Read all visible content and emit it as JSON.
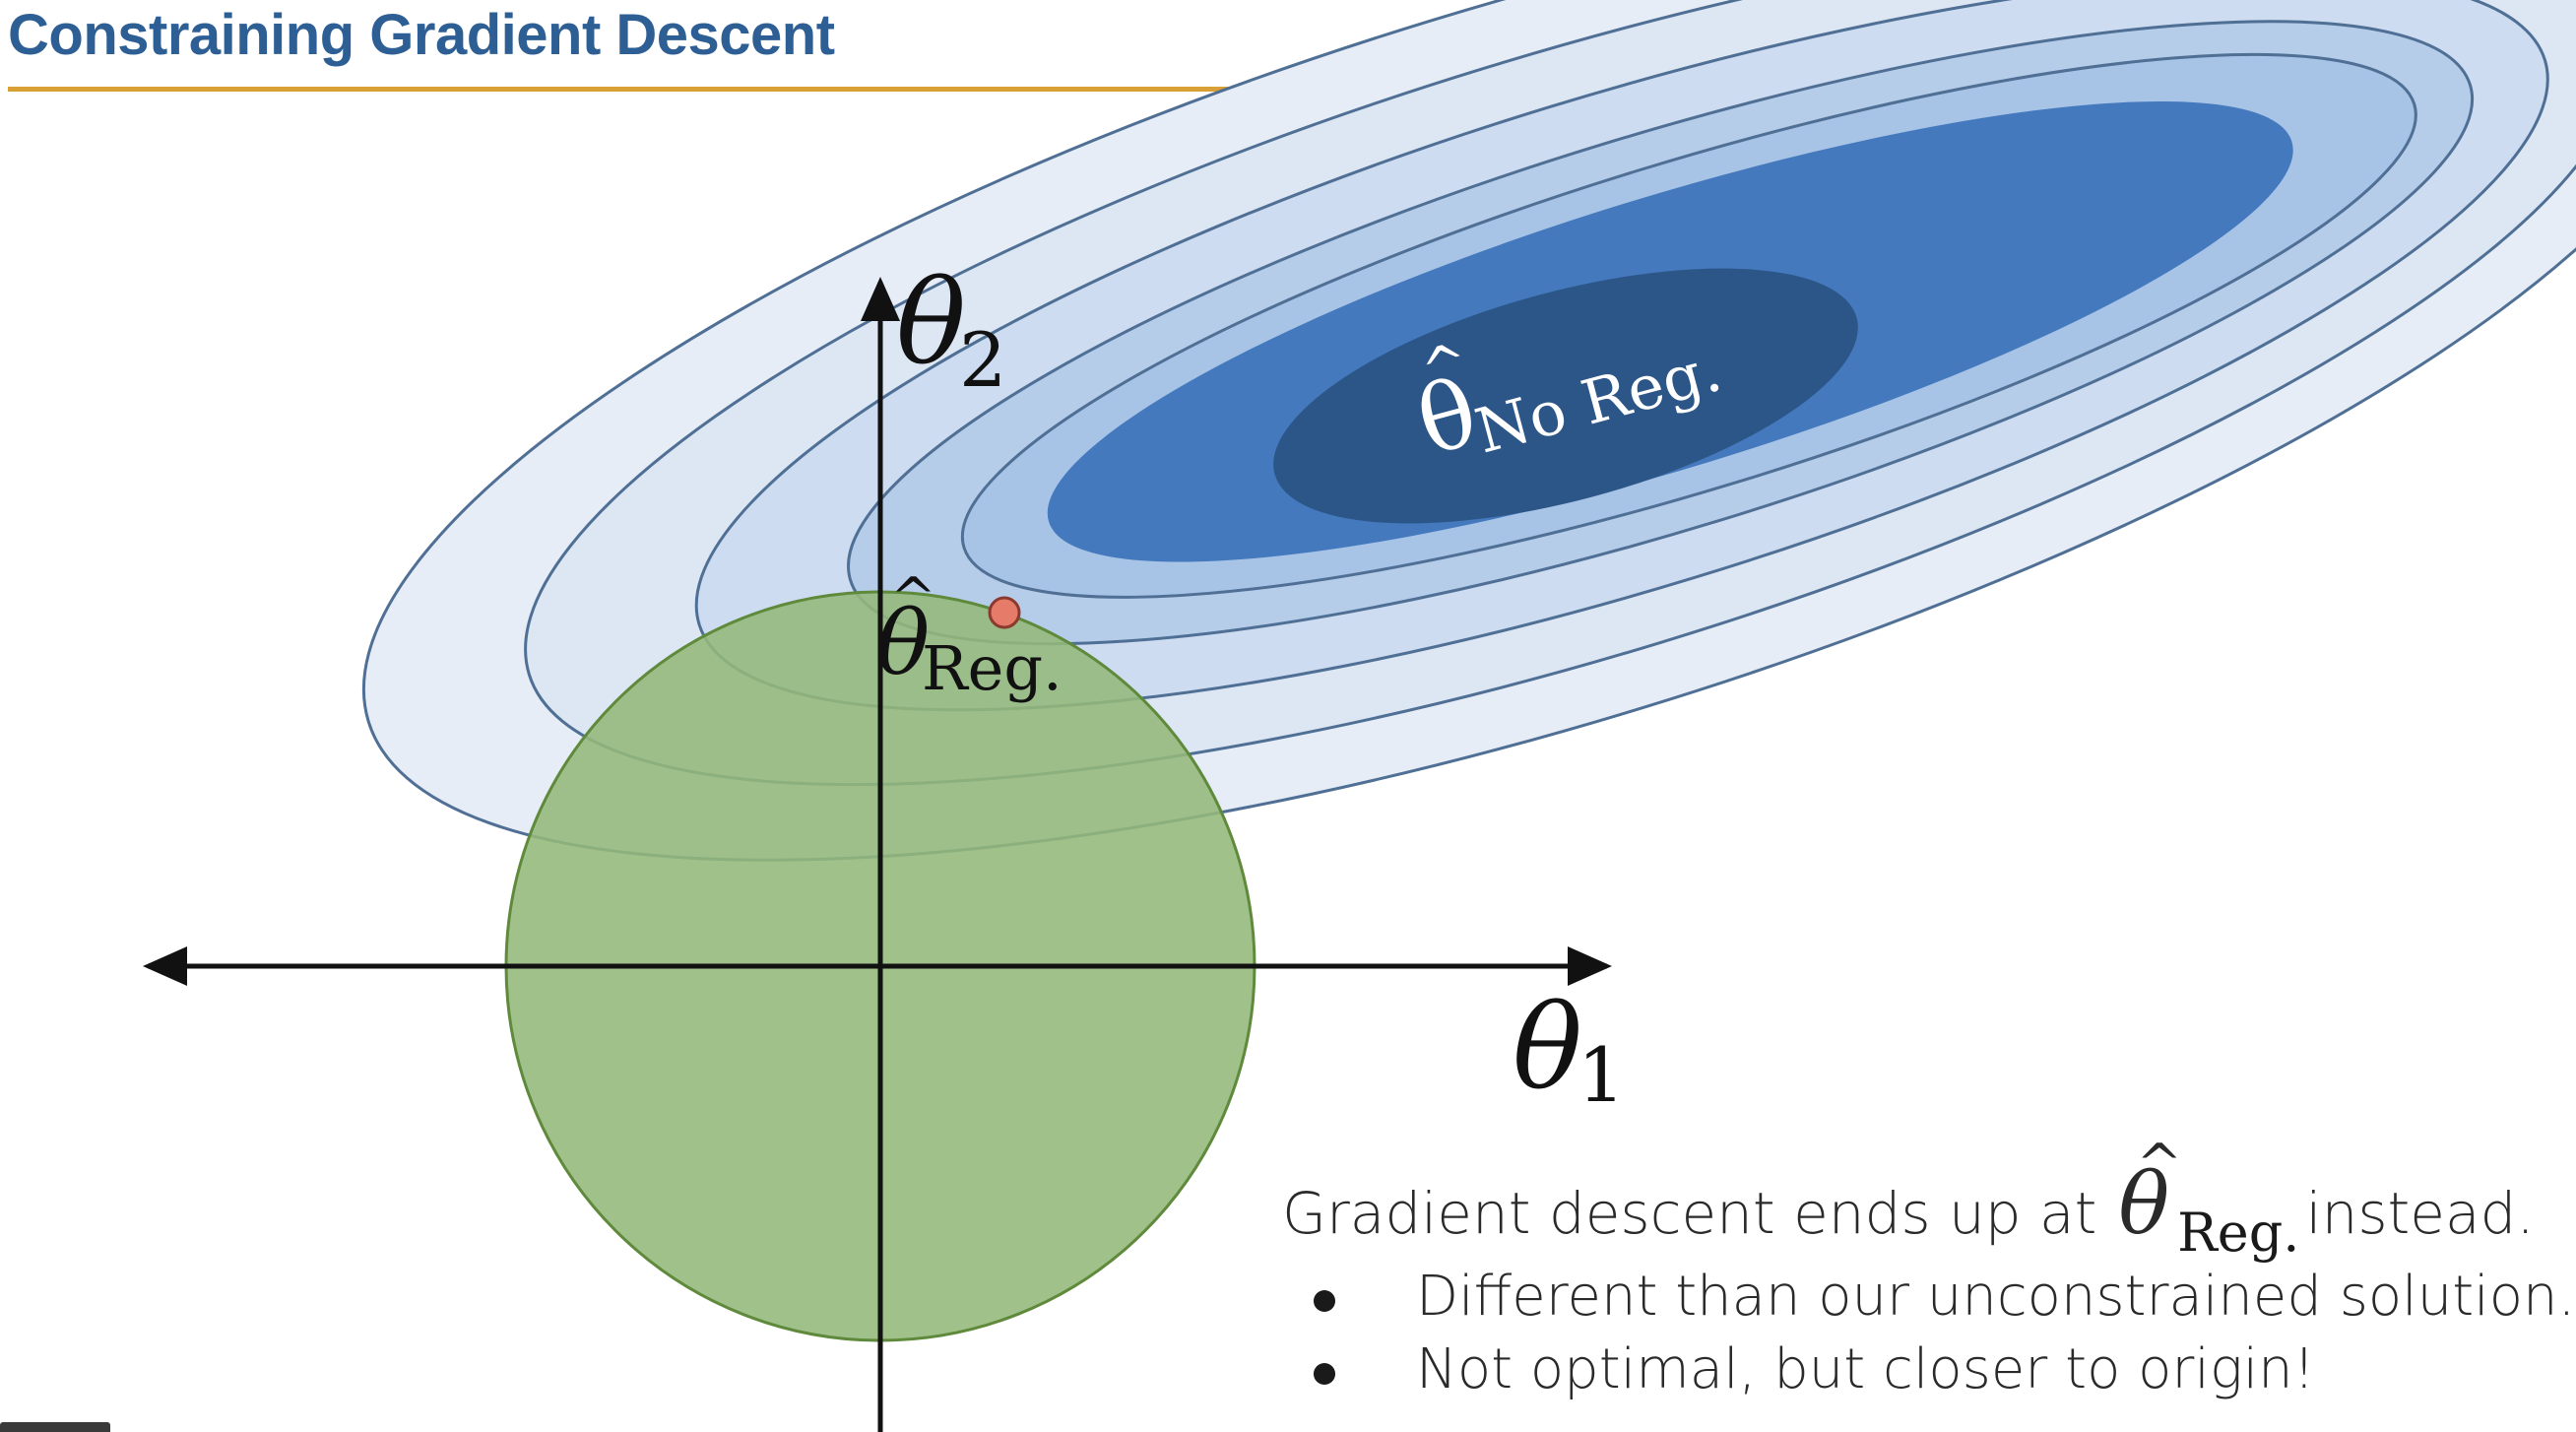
{
  "slide": {
    "title": "Constraining Gradient Descent"
  },
  "diagram": {
    "axis_x_label": "θ",
    "axis_x_sub": "1",
    "axis_y_label": "θ",
    "axis_y_sub": "2",
    "optimum_unregularized_label": "θ",
    "optimum_unregularized_sub": "No Reg.",
    "optimum_regularized_label": "θ",
    "optimum_regularized_sub": "Reg.",
    "hat": "^",
    "colors": {
      "contour_outer": "#e6edf7",
      "contour_mid1": "#cddcf0",
      "contour_mid2": "#a7c3e6",
      "contour_inner": "#4479bd",
      "contour_core": "#2c5688",
      "contour_stroke": "#4f6f95",
      "constraint_region": "#94b87a",
      "constraint_stroke": "#5f8a3c",
      "regularized_point": "#e77b69",
      "axis": "#111111"
    }
  },
  "caption": {
    "prefix": "Gradient descent ends up at",
    "theta": "θ",
    "hat": "^",
    "sub": "Reg.",
    "suffix": "instead."
  },
  "bullets": [
    "Different than our unconstrained solution.",
    "Not optimal, but closer to origin!"
  ]
}
